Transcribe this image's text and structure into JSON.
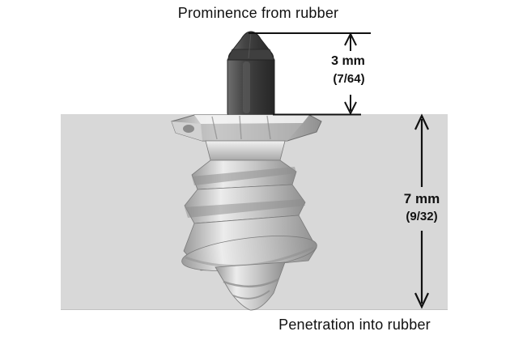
{
  "colors": {
    "background": "#ffffff",
    "rubber": "#d8d8d8",
    "line": "#111111",
    "text": "#111111",
    "stud_pin": "#3c3c3c",
    "stud_metal": "#c9c9c9"
  },
  "labels": {
    "prominence": "Prominence from rubber",
    "penetration": "Penetration into rubber"
  },
  "dimensions": {
    "prominence": {
      "value": "3 mm",
      "fraction": "(7/64)"
    },
    "penetration": {
      "value": "7 mm",
      "fraction": "(9/32)"
    }
  }
}
